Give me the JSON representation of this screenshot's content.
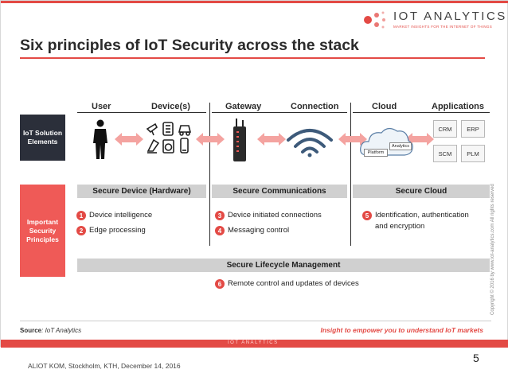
{
  "brand": {
    "name": "IOT ANALYTICS",
    "tagline": "MARKET INSIGHTS FOR THE INTERNET OF THINGS"
  },
  "title": "Six principles of IoT Security across the stack",
  "columns": [
    "User",
    "Device(s)",
    "Gateway",
    "Connection",
    "Cloud",
    "Applications"
  ],
  "rows": {
    "elements_label": "IoT Solution Elements",
    "principles_label": "Important Security Principles"
  },
  "cloud": {
    "platform_label": "Platform",
    "analytics_label": "Analytics"
  },
  "applications": [
    "CRM",
    "ERP",
    "SCM",
    "PLM"
  ],
  "sections": {
    "device": "Secure Device (Hardware)",
    "communications": "Secure Communications",
    "cloud": "Secure Cloud",
    "lifecycle": "Secure Lifecycle Management"
  },
  "principles": [
    {
      "num": "1",
      "text": "Device intelligence"
    },
    {
      "num": "2",
      "text": "Edge processing"
    },
    {
      "num": "3",
      "text": "Device initiated connections"
    },
    {
      "num": "4",
      "text": "Messaging control"
    },
    {
      "num": "5",
      "text_line1": "Identification, authentication",
      "text_line2": "and encryption"
    },
    {
      "num": "6",
      "text": "Remote control and updates of devices"
    }
  ],
  "footer": {
    "source_label": "Source",
    "source_value": ": IoT Analytics",
    "insight": "Insight to empower you to understand IoT markets",
    "mini_brand": "IOT ANALYTICS"
  },
  "copyright": "Copyright © 2016 by www.iot-analytics.com All rights reserved",
  "presentation_footer": "ALIOT KOM, Stockholm, KTH, December 14, 2016",
  "page_number": "5",
  "colors": {
    "accent": "#e34a45",
    "dark_label": "#2b2f3a",
    "red_label": "#ef5a57",
    "bar_gray": "#d0d0d0",
    "arrow_pink": "#f4a3a0"
  }
}
